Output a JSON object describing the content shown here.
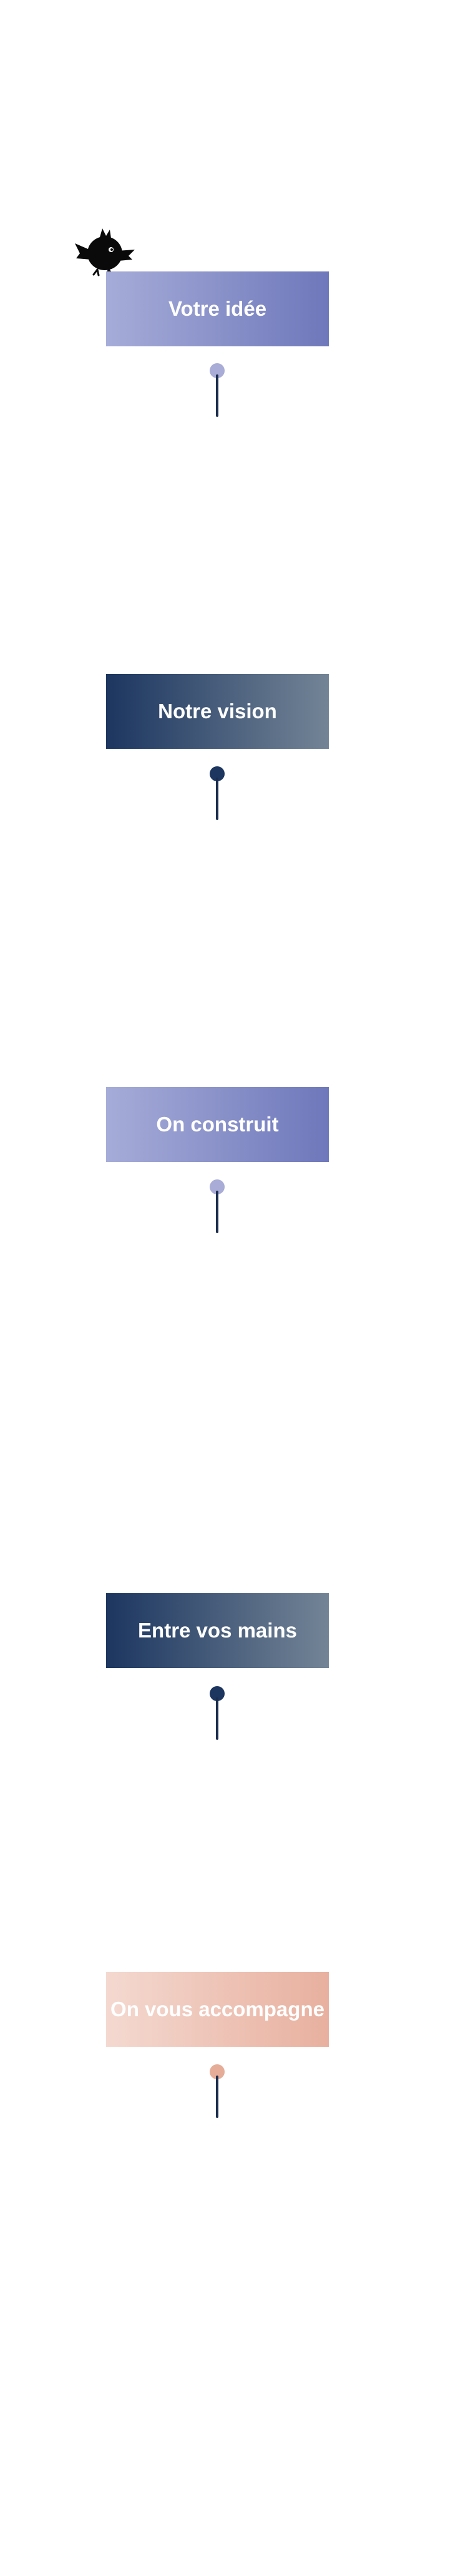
{
  "steps": [
    {
      "label": "Votre idée"
    },
    {
      "label": "Notre vision"
    },
    {
      "label": "On construit"
    },
    {
      "label": "Entre vos mains"
    },
    {
      "label": "On vous accompagne"
    }
  ],
  "colors": {
    "purple_start": "#a6acd8",
    "purple_end": "#6e78bb",
    "navy_start": "#1c3660",
    "navy_end": "#738496",
    "peach_start": "#f4d9d0",
    "peach_end": "#e8b09f",
    "connector_line": "#1c2e4f",
    "dot_lavender": "#a9acd6",
    "dot_navy": "#1c3660",
    "dot_peach": "#e5ad98"
  },
  "icons": {
    "mascot": "black-bird-mascot-icon"
  }
}
